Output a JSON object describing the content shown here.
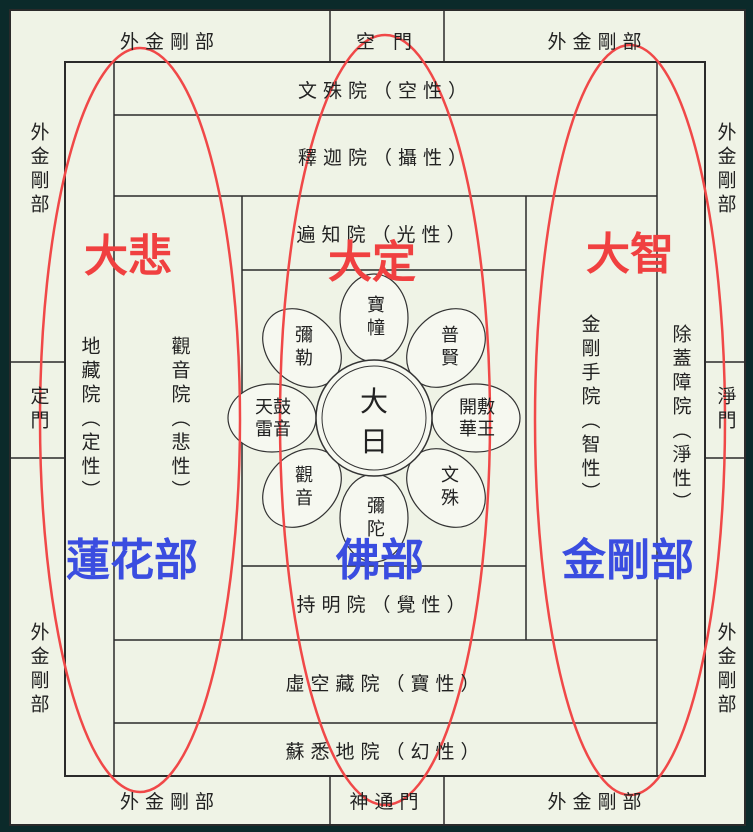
{
  "outer": {
    "top_left": "外金剛部",
    "top_center": "空 門",
    "top_right": "外金剛部",
    "bottom_left": "外金剛部",
    "bottom_center": "神通門",
    "bottom_right": "外金剛部",
    "left_upper": "外金剛部",
    "left_lower": "外金剛部",
    "right_upper": "外金剛部",
    "right_lower": "外金剛部",
    "left_gate": "定門",
    "right_gate": "淨門"
  },
  "courts": {
    "manjusri": "文殊院（空性）",
    "shakya": "釋迦院（攝性）",
    "henchi": "遍知院（光性）",
    "jimyo": "持明院（覺性）",
    "kokuzo": "虛空藏院（寶性）",
    "soshitsuji": "蘇悉地院（幻性）",
    "jizo": "地藏院（定性）",
    "kannon": "觀音院（悲性）",
    "kongoshu": "金剛手院（智性）",
    "jogaisho": "除蓋障院（淨性）"
  },
  "lotus": {
    "center": [
      "大",
      "日"
    ],
    "top": "寶幢",
    "top_right": "普賢",
    "right": "開敷\n華王",
    "bottom_right": "文殊",
    "bottom": "彌陀",
    "bottom_left": "觀音",
    "left": "天鼓\n雷音",
    "top_left": "彌勒"
  },
  "overlay": {
    "red_left": "大悲",
    "red_center": "大定",
    "red_right": "大智",
    "blue_left": "蓮花部",
    "blue_center": "佛部",
    "blue_right": "金剛部",
    "ellipse_color": "#f04848",
    "red_color": "#f04040",
    "blue_color": "#3a4de0"
  },
  "colors": {
    "background": "#0b2a2a",
    "paper": "#eff3e6",
    "line": "#2a2a2a"
  }
}
